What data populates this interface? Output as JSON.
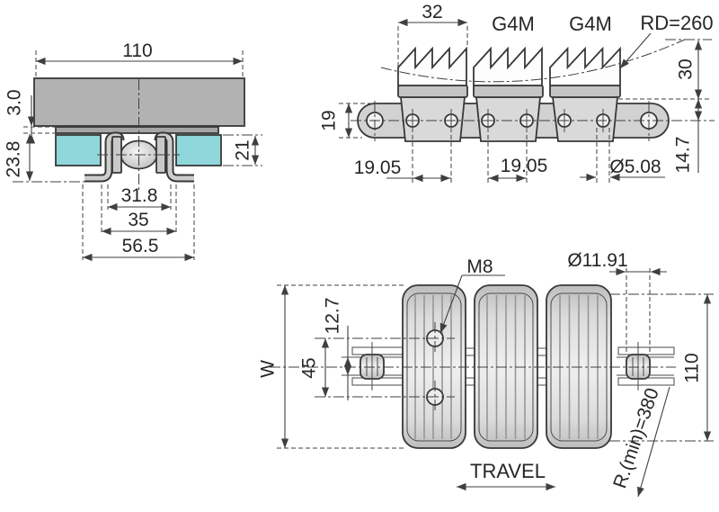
{
  "section_view": {
    "dim_top_width": "110",
    "dim_plate_thickness": "3.0",
    "dim_total_height": "23.8",
    "dim_guide_height": "21",
    "dim_inner_width": "31.8",
    "dim_channel_width": "35",
    "dim_base_width": "56.5"
  },
  "side_view": {
    "dim_pad_width": "32",
    "label_grip_1": "G4M",
    "label_grip_2": "G4M",
    "label_backflex_radius": "RD=260",
    "dim_pad_height": "30",
    "dim_plate_height": "19",
    "dim_pitch_front": "19.05",
    "dim_pitch_rear": "19.05",
    "dim_pin_diameter": "Ø5.08",
    "dim_bush_height": "14.7"
  },
  "top_view": {
    "label_thread": "M8",
    "dim_roller_diameter": "Ø11.91",
    "dim_inner_width": "12.7",
    "dim_hole_spacing": "45",
    "dim_overall_width": "W",
    "dim_slat_width": "110",
    "label_min_radius": "R.(min)=380",
    "label_travel": "TRAVEL"
  },
  "colors": {
    "accent_teal": "#8fd7da",
    "plate_gray": "#b2b2b2",
    "metal_gray": "#d6d6d6",
    "line_dark": "#3b3b3b"
  }
}
